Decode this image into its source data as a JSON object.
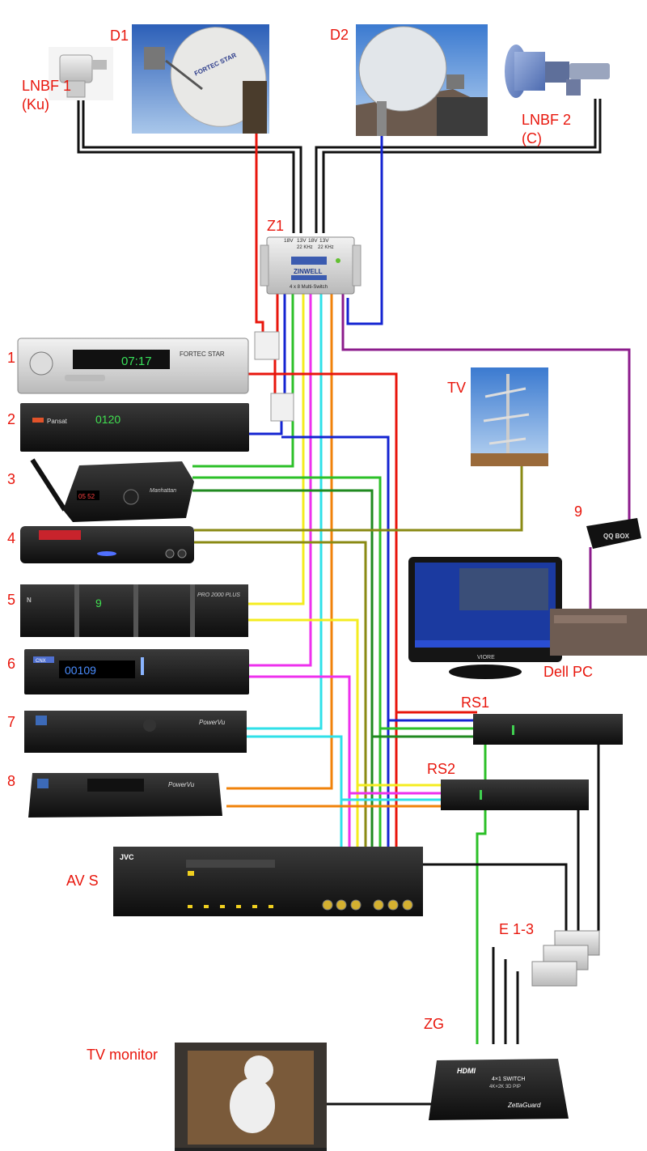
{
  "labels": {
    "d1": "D1",
    "d2": "D2",
    "lnbf1": "LNBF 1",
    "lnbf1_band": "(Ku)",
    "lnbf2": "LNBF 2",
    "lnbf2_band": "(C)",
    "z1": "Z1",
    "tv_antenna": "TV",
    "pc": "Dell PC",
    "rs1": "RS1",
    "rs2": "RS2",
    "avs": "AV S",
    "e13": "E 1-3",
    "zg": "ZG",
    "monitor": "TV monitor",
    "n1": "1",
    "n2": "2",
    "n3": "3",
    "n4": "4",
    "n5": "5",
    "n6": "6",
    "n7": "7",
    "n8": "8",
    "n9": "9"
  },
  "device_text": {
    "dish1_brand": "FORTEC STAR",
    "multiswitch_ports": [
      "18V",
      "13V",
      "18V",
      "13V"
    ],
    "multiswitch_khz": [
      "22 KHz",
      "22 KHz"
    ],
    "multiswitch_brand": "ZINWELL",
    "multiswitch_model": "4 x 8 Multi-Switch",
    "r1_display": "07:17",
    "r1_brand": "FORTEC STAR",
    "r2_display": "0120",
    "r2_brand": "Pansat",
    "r3_display": "05 52",
    "r3_brand": "Manhattan",
    "r5_display": "9",
    "r5_brand": "PRO 2000 PLUS",
    "r6_display": "00109",
    "r6_brand": "CNX",
    "r7_brand": "PowerVu",
    "r8_brand": "PowerVu",
    "qq_box": "QQ BOX",
    "monitor_brand": "VIORE",
    "avs_brand": "JVC",
    "zg_hdmi": "HDMI",
    "zg_switch": "4×1 SWITCH",
    "zg_spec": "4K×2K 3D PIP",
    "zg_brand": "ZettaGuard"
  },
  "colors": {
    "label": "#e8160c",
    "black": "#111111",
    "red": "#e8160c",
    "blue": "#1424d2",
    "green": "#2cc028",
    "dkgreen": "#208a20",
    "yellow": "#f4ec20",
    "cyan": "#30e0e8",
    "magenta": "#ee30ee",
    "orange": "#f0820a",
    "purple": "#8c1c8c",
    "olive": "#8a8a14"
  }
}
